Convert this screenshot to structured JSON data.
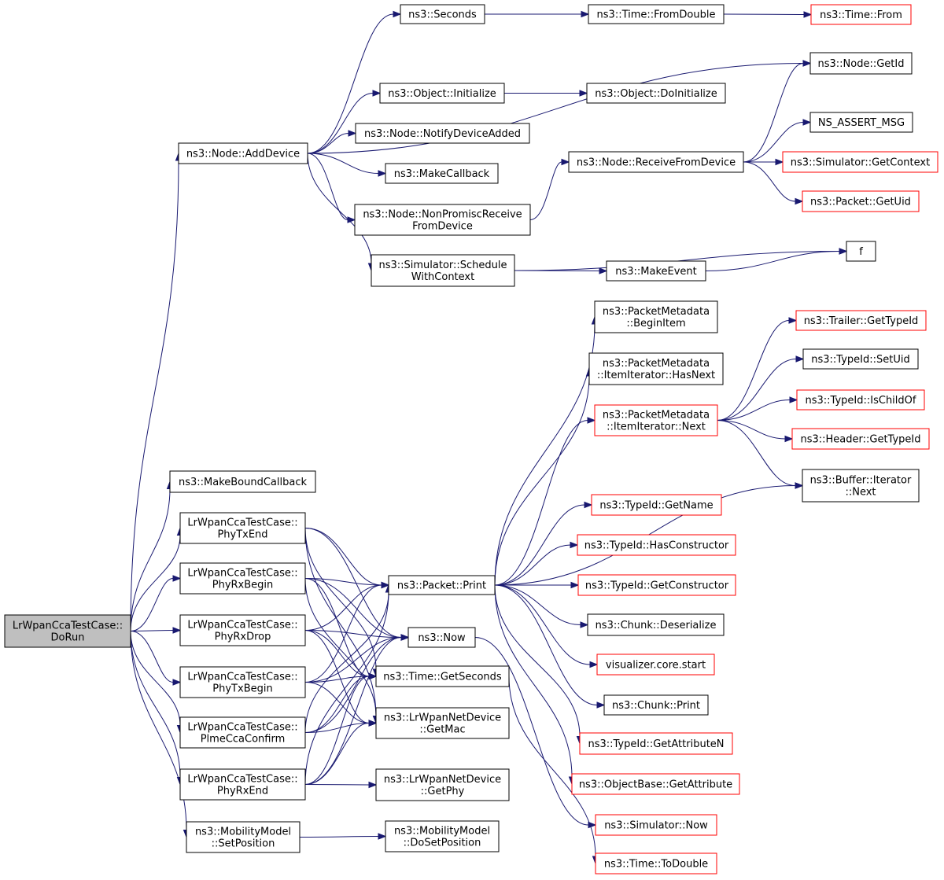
{
  "diagram": {
    "type": "call-graph",
    "colors": {
      "edge": "#191970",
      "node_border": "#000000",
      "node_border_truncated": "#ff0000",
      "node_fill": "#ffffff",
      "focus_fill": "#bfbfbf"
    },
    "nodes": [
      {
        "id": "dorun",
        "lines": [
          "LrWpanCcaTestCase::",
          "DoRun"
        ],
        "focus": true
      },
      {
        "id": "adddevice",
        "lines": [
          "ns3::Node::AddDevice"
        ]
      },
      {
        "id": "seconds",
        "lines": [
          "ns3::Seconds"
        ]
      },
      {
        "id": "fromdouble",
        "lines": [
          "ns3::Time::FromDouble"
        ]
      },
      {
        "id": "timefrom",
        "lines": [
          "ns3::Time::From"
        ],
        "truncated": true
      },
      {
        "id": "getid",
        "lines": [
          "ns3::Node::GetId"
        ]
      },
      {
        "id": "initialize",
        "lines": [
          "ns3::Object::Initialize"
        ]
      },
      {
        "id": "doinitialize",
        "lines": [
          "ns3::Object::DoInitialize"
        ]
      },
      {
        "id": "notifydevice",
        "lines": [
          "ns3::Node::NotifyDeviceAdded"
        ]
      },
      {
        "id": "assertmsg",
        "lines": [
          "NS_ASSERT_MSG"
        ]
      },
      {
        "id": "receivefrom",
        "lines": [
          "ns3::Node::ReceiveFromDevice"
        ]
      },
      {
        "id": "getcontext",
        "lines": [
          "ns3::Simulator::GetContext"
        ],
        "truncated": true
      },
      {
        "id": "makecallback",
        "lines": [
          "ns3::MakeCallback"
        ]
      },
      {
        "id": "getuid",
        "lines": [
          "ns3::Packet::GetUid"
        ],
        "truncated": true
      },
      {
        "id": "nonpromisc",
        "lines": [
          "ns3::Node::NonPromiscReceive",
          "FromDevice"
        ]
      },
      {
        "id": "f",
        "lines": [
          "f"
        ]
      },
      {
        "id": "schedule",
        "lines": [
          "ns3::Simulator::Schedule",
          "WithContext"
        ]
      },
      {
        "id": "makeevent",
        "lines": [
          "ns3::MakeEvent"
        ]
      },
      {
        "id": "beginitem",
        "lines": [
          "ns3::PacketMetadata",
          "::BeginItem"
        ]
      },
      {
        "id": "trailertype",
        "lines": [
          "ns3::Trailer::GetTypeId"
        ],
        "truncated": true
      },
      {
        "id": "setuid",
        "lines": [
          "ns3::TypeId::SetUid"
        ]
      },
      {
        "id": "hasnext",
        "lines": [
          "ns3::PacketMetadata",
          "::ItemIterator::HasNext"
        ]
      },
      {
        "id": "ischildof",
        "lines": [
          "ns3::TypeId::IsChildOf"
        ],
        "truncated": true
      },
      {
        "id": "itemnext",
        "lines": [
          "ns3::PacketMetadata",
          "::ItemIterator::Next"
        ],
        "truncated": true
      },
      {
        "id": "headertype",
        "lines": [
          "ns3::Header::GetTypeId"
        ],
        "truncated": true
      },
      {
        "id": "makebound",
        "lines": [
          "ns3::MakeBoundCallback"
        ]
      },
      {
        "id": "bufnext",
        "lines": [
          "ns3::Buffer::Iterator",
          "::Next"
        ]
      },
      {
        "id": "getname",
        "lines": [
          "ns3::TypeId::GetName"
        ],
        "truncated": true
      },
      {
        "id": "phytxend",
        "lines": [
          "LrWpanCcaTestCase::",
          "PhyTxEnd"
        ]
      },
      {
        "id": "hasctor",
        "lines": [
          "ns3::TypeId::HasConstructor"
        ],
        "truncated": true
      },
      {
        "id": "phyrxbegin",
        "lines": [
          "LrWpanCcaTestCase::",
          "PhyRxBegin"
        ]
      },
      {
        "id": "print",
        "lines": [
          "ns3::Packet::Print"
        ]
      },
      {
        "id": "getctor",
        "lines": [
          "ns3::TypeId::GetConstructor"
        ],
        "truncated": true
      },
      {
        "id": "phyrxdrop",
        "lines": [
          "LrWpanCcaTestCase::",
          "PhyRxDrop"
        ]
      },
      {
        "id": "deserialize",
        "lines": [
          "ns3::Chunk::Deserialize"
        ]
      },
      {
        "id": "now",
        "lines": [
          "ns3::Now"
        ]
      },
      {
        "id": "vizstart",
        "lines": [
          "visualizer.core.start"
        ],
        "truncated": true
      },
      {
        "id": "phytxbegin",
        "lines": [
          "LrWpanCcaTestCase::",
          "PhyTxBegin"
        ]
      },
      {
        "id": "getseconds",
        "lines": [
          "ns3::Time::GetSeconds"
        ]
      },
      {
        "id": "chunkprint",
        "lines": [
          "ns3::Chunk::Print"
        ]
      },
      {
        "id": "plmecca",
        "lines": [
          "LrWpanCcaTestCase::",
          "PlmeCcaConfirm"
        ]
      },
      {
        "id": "getmac",
        "lines": [
          "ns3::LrWpanNetDevice",
          "::GetMac"
        ]
      },
      {
        "id": "getattrn",
        "lines": [
          "ns3::TypeId::GetAttributeN"
        ],
        "truncated": true
      },
      {
        "id": "phyrxend",
        "lines": [
          "LrWpanCcaTestCase::",
          "PhyRxEnd"
        ]
      },
      {
        "id": "getphy",
        "lines": [
          "ns3::LrWpanNetDevice",
          "::GetPhy"
        ]
      },
      {
        "id": "getattr",
        "lines": [
          "ns3::ObjectBase::GetAttribute"
        ],
        "truncated": true
      },
      {
        "id": "simnow",
        "lines": [
          "ns3::Simulator::Now"
        ],
        "truncated": true
      },
      {
        "id": "setposition",
        "lines": [
          "ns3::MobilityModel",
          "::SetPosition"
        ]
      },
      {
        "id": "dosetposition",
        "lines": [
          "ns3::MobilityModel",
          "::DoSetPosition"
        ]
      },
      {
        "id": "todouble",
        "lines": [
          "ns3::Time::ToDouble"
        ],
        "truncated": true
      }
    ],
    "edges": [
      [
        "dorun",
        "adddevice"
      ],
      [
        "dorun",
        "makebound"
      ],
      [
        "dorun",
        "phytxend"
      ],
      [
        "dorun",
        "phyrxbegin"
      ],
      [
        "dorun",
        "phyrxdrop"
      ],
      [
        "dorun",
        "phytxbegin"
      ],
      [
        "dorun",
        "plmecca"
      ],
      [
        "dorun",
        "phyrxend"
      ],
      [
        "dorun",
        "setposition"
      ],
      [
        "adddevice",
        "seconds"
      ],
      [
        "adddevice",
        "getid"
      ],
      [
        "adddevice",
        "initialize"
      ],
      [
        "adddevice",
        "notifydevice"
      ],
      [
        "adddevice",
        "makecallback"
      ],
      [
        "adddevice",
        "nonpromisc"
      ],
      [
        "adddevice",
        "schedule"
      ],
      [
        "seconds",
        "fromdouble"
      ],
      [
        "fromdouble",
        "timefrom"
      ],
      [
        "initialize",
        "doinitialize"
      ],
      [
        "nonpromisc",
        "receivefrom"
      ],
      [
        "receivefrom",
        "getid"
      ],
      [
        "receivefrom",
        "assertmsg"
      ],
      [
        "receivefrom",
        "getcontext"
      ],
      [
        "receivefrom",
        "getuid"
      ],
      [
        "schedule",
        "f"
      ],
      [
        "schedule",
        "makeevent"
      ],
      [
        "makeevent",
        "f"
      ],
      [
        "phytxend",
        "print"
      ],
      [
        "phytxend",
        "now"
      ],
      [
        "phytxend",
        "getseconds"
      ],
      [
        "phytxend",
        "getmac"
      ],
      [
        "phyrxbegin",
        "print"
      ],
      [
        "phyrxbegin",
        "now"
      ],
      [
        "phyrxbegin",
        "getseconds"
      ],
      [
        "phyrxbegin",
        "getmac"
      ],
      [
        "phyrxdrop",
        "print"
      ],
      [
        "phyrxdrop",
        "now"
      ],
      [
        "phyrxdrop",
        "getseconds"
      ],
      [
        "phyrxdrop",
        "getmac"
      ],
      [
        "phytxbegin",
        "print"
      ],
      [
        "phytxbegin",
        "now"
      ],
      [
        "phytxbegin",
        "getseconds"
      ],
      [
        "phytxbegin",
        "getmac"
      ],
      [
        "plmecca",
        "print"
      ],
      [
        "plmecca",
        "now"
      ],
      [
        "plmecca",
        "getseconds"
      ],
      [
        "plmecca",
        "getmac"
      ],
      [
        "phyrxend",
        "print"
      ],
      [
        "phyrxend",
        "now"
      ],
      [
        "phyrxend",
        "getseconds"
      ],
      [
        "phyrxend",
        "getmac"
      ],
      [
        "phyrxend",
        "getphy"
      ],
      [
        "setposition",
        "dosetposition"
      ],
      [
        "print",
        "beginitem"
      ],
      [
        "print",
        "hasnext"
      ],
      [
        "print",
        "itemnext"
      ],
      [
        "print",
        "bufnext"
      ],
      [
        "print",
        "getname"
      ],
      [
        "print",
        "hasctor"
      ],
      [
        "print",
        "getctor"
      ],
      [
        "print",
        "deserialize"
      ],
      [
        "print",
        "vizstart"
      ],
      [
        "print",
        "chunkprint"
      ],
      [
        "print",
        "getattrn"
      ],
      [
        "print",
        "getattr"
      ],
      [
        "itemnext",
        "trailertype"
      ],
      [
        "itemnext",
        "setuid"
      ],
      [
        "itemnext",
        "ischildof"
      ],
      [
        "itemnext",
        "headertype"
      ],
      [
        "itemnext",
        "bufnext"
      ],
      [
        "now",
        "simnow"
      ],
      [
        "getseconds",
        "todouble"
      ]
    ]
  }
}
